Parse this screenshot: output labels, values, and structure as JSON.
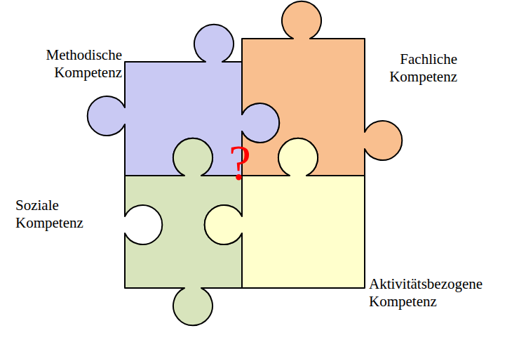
{
  "diagram": {
    "labels": [
      "Methodische Kompetenz",
      "Fachliche Kompetenz",
      "Soziale Kompetenz",
      "Aktivitätsbezogene Kompetenz",
      "?"
    ]
  }
}
